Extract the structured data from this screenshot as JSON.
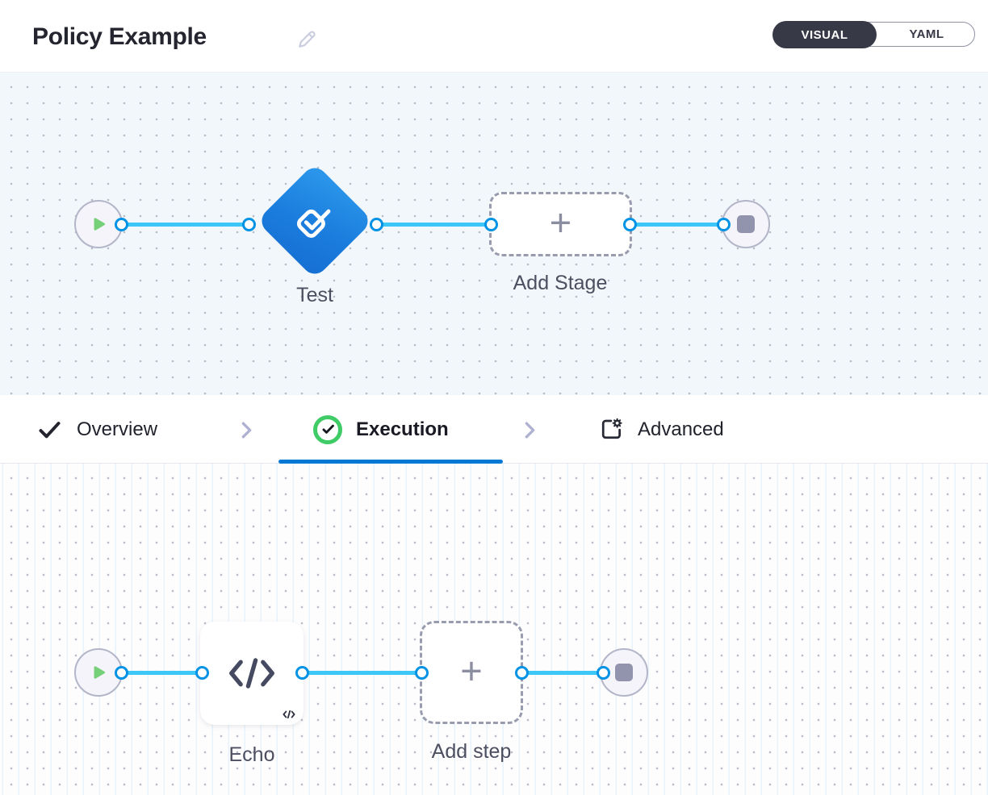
{
  "header": {
    "title": "Policy Example",
    "edit_icon": "pencil",
    "view_toggle": {
      "options": [
        {
          "label": "VISUAL",
          "selected": true
        },
        {
          "label": "YAML",
          "selected": false
        }
      ]
    }
  },
  "stage_canvas": {
    "start_node": {
      "icon": "play"
    },
    "stage_node": {
      "label": "Test",
      "icon": "policy-check",
      "shape": "diamond",
      "color": "#1e85e2"
    },
    "add_stage_node": {
      "label": "Add Stage",
      "plus": "+"
    },
    "end_node": {
      "icon": "stop"
    }
  },
  "tabs": {
    "items": [
      {
        "label": "Overview",
        "icon": "check",
        "state": "completed"
      },
      {
        "label": "Execution",
        "icon": "check-circle",
        "state": "active"
      },
      {
        "label": "Advanced",
        "icon": "panel-gear",
        "state": "upcoming"
      }
    ]
  },
  "execution_canvas": {
    "start_node": {
      "icon": "play"
    },
    "step_node": {
      "label": "Echo",
      "icon": "code-brackets",
      "badge_icon": "code-brackets"
    },
    "add_step_node": {
      "label": "Add step",
      "plus": "+"
    },
    "end_node": {
      "icon": "stop"
    }
  },
  "colors": {
    "primary_blue": "#0278d5",
    "connector_blue": "#3dc7f6",
    "port_blue": "#0092e4",
    "diamond_blue": "#1e85e2",
    "success_green": "#3fcb66",
    "play_green": "#76d077",
    "toggle_dark": "#383946",
    "canvas_blue_bg": "#f1f7fb"
  }
}
